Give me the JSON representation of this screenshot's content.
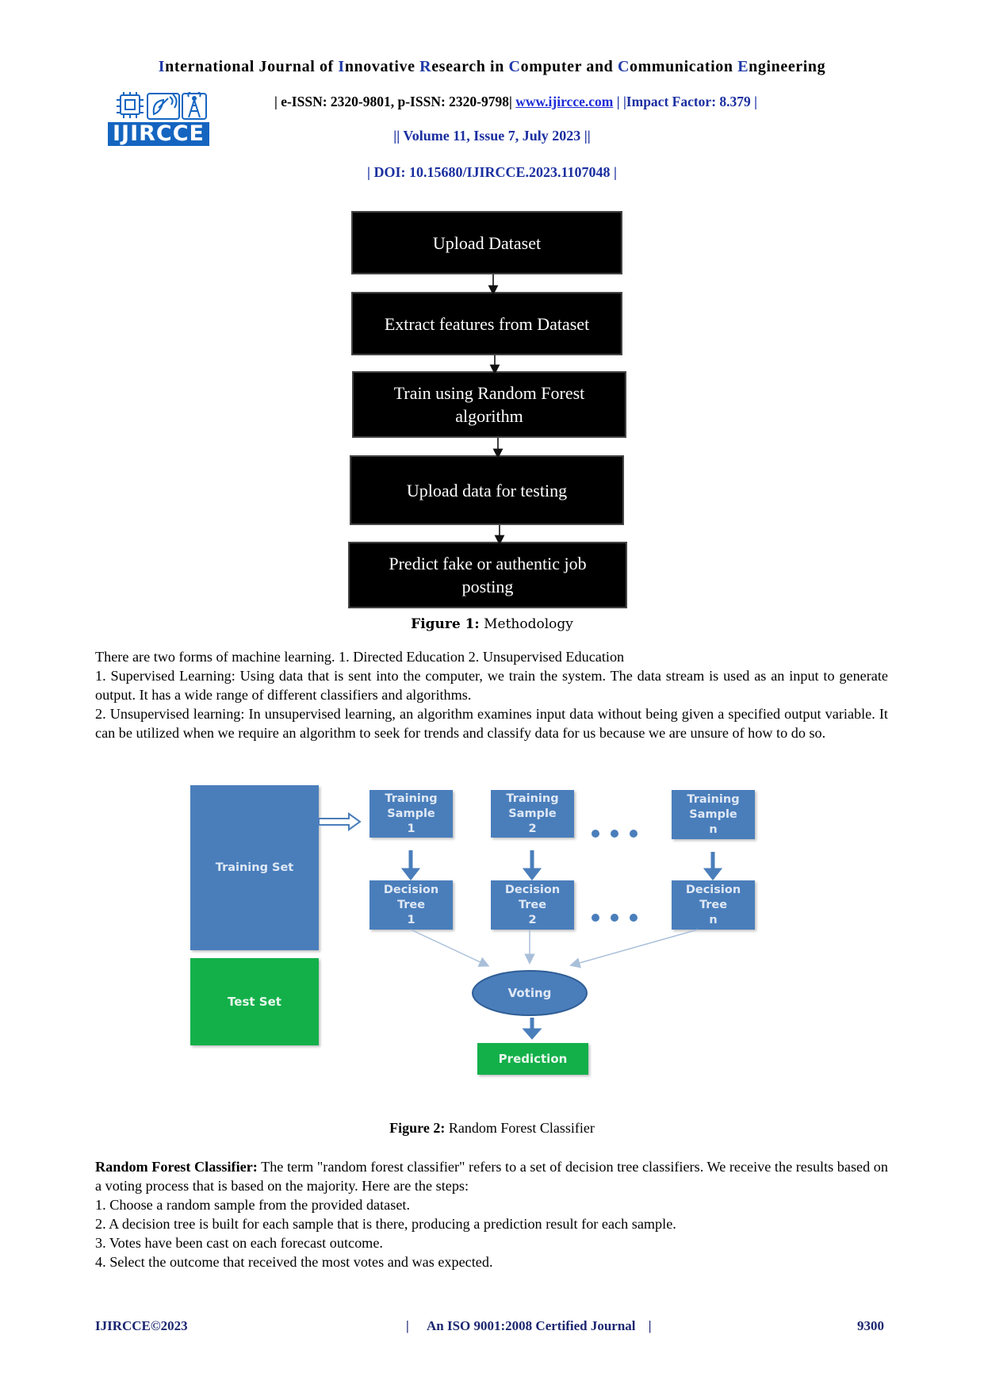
{
  "header": {
    "journal_title_parts": [
      {
        "cap": "I",
        "rest": "nternational Journal of "
      },
      {
        "cap": "I",
        "rest": "nnovative "
      },
      {
        "cap": "R",
        "rest": "esearch in "
      },
      {
        "cap": "C",
        "rest": "omputer and "
      },
      {
        "cap": "C",
        "rest": "ommunication "
      },
      {
        "cap": "E",
        "rest": "ngineering"
      }
    ],
    "issn": "| e-ISSN: 2320-9801, p-ISSN: 2320-9798|",
    "website": "www.ijircce.com",
    "impact": "| |Impact Factor: 8.379 |",
    "volume": "|| Volume 11, Issue 7, July 2023 ||",
    "doi": "| DOI: 10.15680/IJIRCCE.2023.1107048 |",
    "logo_text": "IJIRCCE",
    "colors": {
      "accent": "#1b2fa0",
      "link": "#1d2bd6",
      "logo_blue": "#1565c0"
    }
  },
  "figure1": {
    "steps": [
      "Upload Dataset",
      "Extract features from Dataset",
      "Train using Random Forest algorithm",
      "Upload data for testing",
      "Predict fake or authentic job posting"
    ],
    "caption_label": "Figure 1:",
    "caption_text": " Methodology"
  },
  "body1": {
    "intro": "There are two forms of machine learning. 1. Directed Education 2. Unsupervised Education",
    "item1": "1. Supervised Learning: Using data that is sent into the computer, we train the system. The data stream is used as an input to generate output. It has a wide range of different classifiers and algorithms.",
    "item2": "2. Unsupervised learning: In unsupervised learning, an algorithm examines input data without being given a specified output variable. It can be utilized when we require an algorithm to seek for trends and classify data for us because we are unsure of how to do so."
  },
  "figure2": {
    "training_set": "Training Set",
    "test_set": "Test Set",
    "samples": [
      {
        "line1": "Training",
        "line2": "Sample",
        "line3": "1"
      },
      {
        "line1": "Training",
        "line2": "Sample",
        "line3": "2"
      },
      {
        "line1": "Training",
        "line2": "Sample",
        "line3": "n"
      }
    ],
    "trees": [
      {
        "line1": "Decision",
        "line2": "Tree",
        "line3": "1"
      },
      {
        "line1": "Decision",
        "line2": "Tree",
        "line3": "2"
      },
      {
        "line1": "Decision",
        "line2": "Tree",
        "line3": "n"
      }
    ],
    "voting": "Voting",
    "prediction": "Prediction",
    "caption_label": "Figure 2:",
    "caption_text": " Random Forest Classifier",
    "colors": {
      "blue": "#4a7ebb",
      "green": "#13b04a"
    }
  },
  "body2": {
    "rf_label": "Random Forest Classifier:",
    "rf_text": " The term \"random forest classifier\" refers to a set of decision tree classifiers. We receive the results based on a voting process that is based on the majority. Here are the steps:",
    "steps": [
      "1. Choose a random sample from the provided dataset.",
      "2. A decision tree is built for each sample that is there, producing a prediction result for each sample.",
      "3. Votes have been cast on each forecast outcome.",
      "4. Select the outcome that received the most votes and was expected."
    ]
  },
  "footer": {
    "left": "IJIRCCE©2023",
    "center_bar1": "|",
    "center": "An ISO 9001:2008 Certified Journal",
    "center_bar2": "|",
    "page": "9300"
  }
}
